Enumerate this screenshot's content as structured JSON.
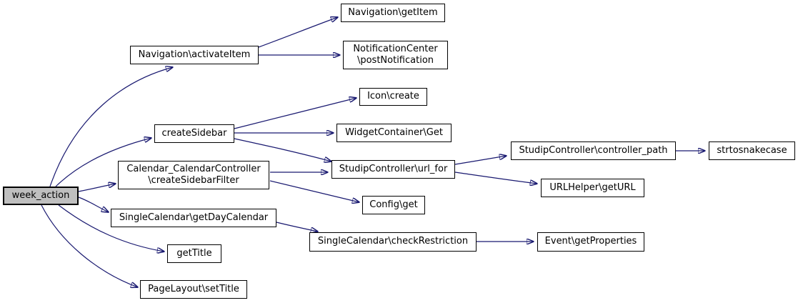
{
  "diagram": {
    "type": "call-graph",
    "root": "week_action",
    "colors": {
      "edge": "#191970",
      "node_border": "#000000",
      "node_fill": "#ffffff",
      "highlight_fill": "#bfbfbf",
      "background": "#ffffff"
    },
    "nodes": [
      {
        "id": "week_action",
        "label": "week_action",
        "highlighted": true
      },
      {
        "id": "navigation_activateitem",
        "label": "Navigation\\activateItem",
        "highlighted": false
      },
      {
        "id": "navigation_getitem",
        "label": "Navigation\\getItem",
        "highlighted": false
      },
      {
        "id": "notificationcenter_postnotification",
        "label": "NotificationCenter\n\\postNotification",
        "highlighted": false
      },
      {
        "id": "createsidebar",
        "label": "createSidebar",
        "highlighted": false
      },
      {
        "id": "icon_create",
        "label": "Icon\\create",
        "highlighted": false
      },
      {
        "id": "widgetcontainer_get",
        "label": "WidgetContainer\\Get",
        "highlighted": false
      },
      {
        "id": "calendar_calendarcontroller_createsidebarfilter",
        "label": "Calendar_CalendarController\n\\createSidebarFilter",
        "highlighted": false
      },
      {
        "id": "studipcontroller_url_for",
        "label": "StudipController\\url_for",
        "highlighted": false
      },
      {
        "id": "config_get",
        "label": "Config\\get",
        "highlighted": false
      },
      {
        "id": "singlecalendar_getdaycalendar",
        "label": "SingleCalendar\\getDayCalendar",
        "highlighted": false
      },
      {
        "id": "studipcontroller_controller_path",
        "label": "StudipController\\controller_path",
        "highlighted": false
      },
      {
        "id": "strtosnakecase",
        "label": "strtosnakecase",
        "highlighted": false
      },
      {
        "id": "urlhelper_geturl",
        "label": "URLHelper\\getURL",
        "highlighted": false
      },
      {
        "id": "singlecalendar_checkrestriction",
        "label": "SingleCalendar\\checkRestriction",
        "highlighted": false
      },
      {
        "id": "event_getproperties",
        "label": "Event\\getProperties",
        "highlighted": false
      },
      {
        "id": "gettitle",
        "label": "getTitle",
        "highlighted": false
      },
      {
        "id": "pagelayout_settitle",
        "label": "PageLayout\\setTitle",
        "highlighted": false
      }
    ],
    "edges": [
      {
        "from": "week_action",
        "to": "navigation_activateitem"
      },
      {
        "from": "week_action",
        "to": "createsidebar"
      },
      {
        "from": "week_action",
        "to": "calendar_calendarcontroller_createsidebarfilter"
      },
      {
        "from": "week_action",
        "to": "singlecalendar_getdaycalendar"
      },
      {
        "from": "week_action",
        "to": "gettitle"
      },
      {
        "from": "week_action",
        "to": "pagelayout_settitle"
      },
      {
        "from": "navigation_activateitem",
        "to": "navigation_getitem"
      },
      {
        "from": "navigation_activateitem",
        "to": "notificationcenter_postnotification"
      },
      {
        "from": "createsidebar",
        "to": "icon_create"
      },
      {
        "from": "createsidebar",
        "to": "widgetcontainer_get"
      },
      {
        "from": "createsidebar",
        "to": "studipcontroller_url_for"
      },
      {
        "from": "calendar_calendarcontroller_createsidebarfilter",
        "to": "studipcontroller_url_for"
      },
      {
        "from": "calendar_calendarcontroller_createsidebarfilter",
        "to": "config_get"
      },
      {
        "from": "studipcontroller_url_for",
        "to": "studipcontroller_controller_path"
      },
      {
        "from": "studipcontroller_url_for",
        "to": "urlhelper_geturl"
      },
      {
        "from": "studipcontroller_controller_path",
        "to": "strtosnakecase"
      },
      {
        "from": "singlecalendar_getdaycalendar",
        "to": "singlecalendar_checkrestriction"
      },
      {
        "from": "singlecalendar_checkrestriction",
        "to": "event_getproperties"
      }
    ]
  }
}
